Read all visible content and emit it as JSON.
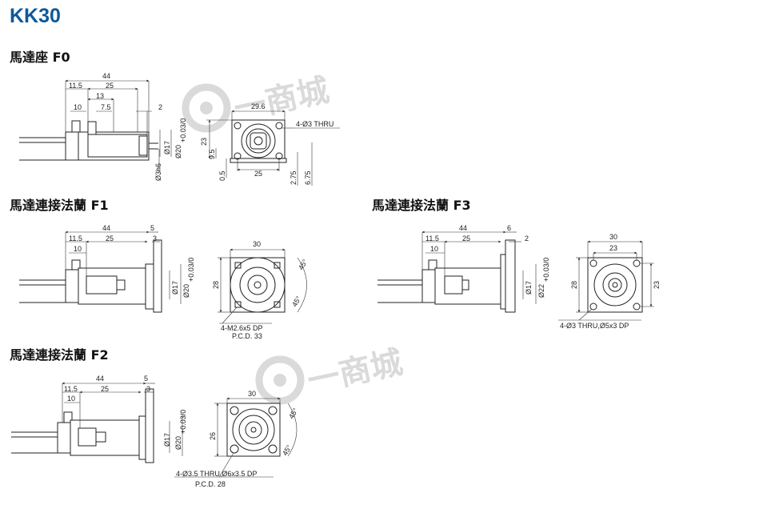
{
  "title": "KK30",
  "colors": {
    "title": "#0d5a9a",
    "line": "#222222",
    "watermark": "#d6d6d6"
  },
  "watermark": {
    "text": "一商城",
    "icon": "watermark-logo"
  },
  "sections": {
    "f0": {
      "heading": "馬達座 F0",
      "side": {
        "d44": "44",
        "d115": "11.5",
        "d25": "25",
        "d13": "13",
        "d10": "10",
        "d75": "7.5",
        "d2": "2",
        "phi17": "Ø17",
        "phi20": "Ø20",
        "phi20tol": "+0.03/0",
        "phi3": "Ø3h6"
      },
      "front": {
        "d296": "29.6",
        "d23": "23",
        "d95": "9.5",
        "d05": "0.5",
        "d25": "25",
        "d275": "2.75",
        "d675": "6.75",
        "holes": "4-Ø3 THRU"
      }
    },
    "f1": {
      "heading": "馬達連接法蘭 F1",
      "side": {
        "d44": "44",
        "d5": "5",
        "d115": "11.5",
        "d25": "25",
        "d3": "3",
        "d10": "10",
        "phi17": "Ø17",
        "phi20": "Ø20",
        "phi20tol": "+0.03/0"
      },
      "front": {
        "d30": "30",
        "d28": "28",
        "a45a": "45°",
        "a45b": "45°",
        "holes": "4-M2.6x5 DP",
        "pcd": "P.C.D. 33"
      }
    },
    "f3": {
      "heading": "馬達連接法蘭 F3",
      "side": {
        "d44": "44",
        "d6": "6",
        "d115": "11.5",
        "d25": "25",
        "d2": "2",
        "d10": "10",
        "phi17": "Ø17",
        "phi22": "Ø22",
        "phi22tol": "+0.03/0"
      },
      "front": {
        "d30": "30",
        "d23a": "23",
        "d28": "28",
        "d23b": "23",
        "holes": "4-Ø3 THRU,Ø5x3 DP"
      }
    },
    "f2": {
      "heading": "馬達連接法蘭 F2",
      "side": {
        "d44": "44",
        "d5": "5",
        "d115": "11.5",
        "d25": "25",
        "d3": "3",
        "d10": "10",
        "phi17": "Ø17",
        "phi20": "Ø20",
        "phi20tol": "+0.03/0"
      },
      "front": {
        "d30": "30",
        "d26": "26",
        "a45a": "45°",
        "a45b": "45°",
        "holes": "4-Ø3.5 THRU,Ø6x3.5 DP",
        "pcd": "P.C.D. 28"
      }
    }
  }
}
